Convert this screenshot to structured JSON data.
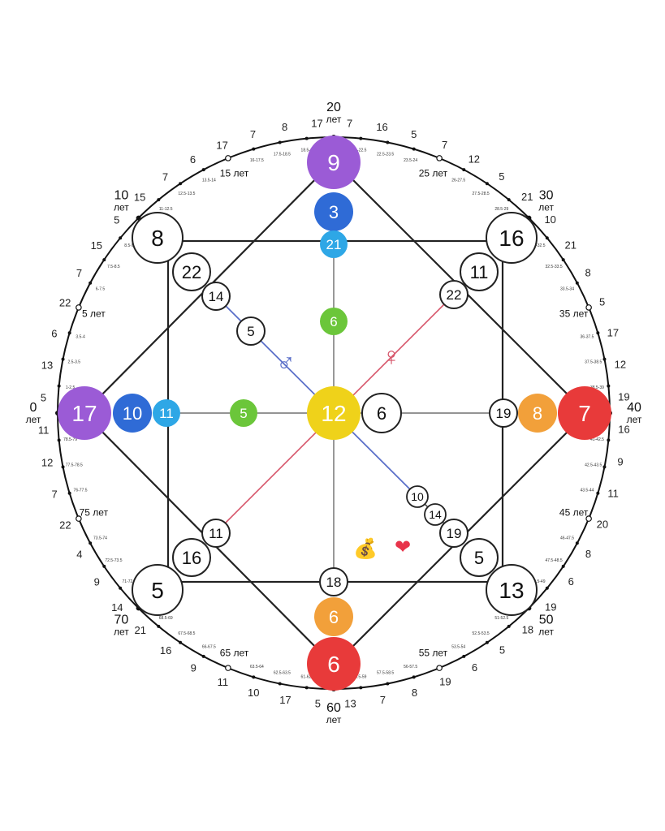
{
  "center": {
    "value": "12"
  },
  "corners": {
    "top": "9",
    "top_inner": "3",
    "top_inner2": "21",
    "top_mid": "6",
    "left": "17",
    "left_inner": "10",
    "left_inner2": "11",
    "left_mid": "5",
    "right": "7",
    "right_inner": "8",
    "right_inner2": "19",
    "right_mid": "6",
    "bottom": "6",
    "bottom_inner": "6",
    "bottom_inner2": "18",
    "top_left": "8",
    "top_left_inner": "22",
    "top_left_inner2": "14",
    "top_left_mid": "5",
    "top_right": "16",
    "top_right_inner": "11",
    "top_right_inner2": "22",
    "bottom_left": "5",
    "bottom_left_inner": "16",
    "bottom_left_inner2": "11",
    "bottom_right": "13",
    "bottom_right_inner": "5",
    "bottom_right_inner2": "19",
    "diag_a": "10",
    "diag_b": "14"
  },
  "symbols": {
    "male": "♂",
    "female": "♀",
    "money": "💰",
    "heart": "❤"
  },
  "colors": {
    "violet": "#9b5bd6",
    "blue": "#2f6bd6",
    "light_blue": "#2ea7e6",
    "green": "#6bc63a",
    "yellow": "#efd21a",
    "orange": "#f2a03a",
    "red": "#e83a3a",
    "male_line": "#5a6fc9",
    "female_line": "#d6556a"
  },
  "ages": [
    {
      "num": "0",
      "unit": "лет"
    },
    {
      "num": "10",
      "unit": "лет"
    },
    {
      "num": "20",
      "unit": "лет"
    },
    {
      "num": "30",
      "unit": "лет"
    },
    {
      "num": "40",
      "unit": "лет"
    },
    {
      "num": "50",
      "unit": "лет"
    },
    {
      "num": "60",
      "unit": "лет"
    },
    {
      "num": "70",
      "unit": "лет"
    }
  ],
  "half_ages": [
    "5 лет",
    "15 лет",
    "25 лет",
    "35 лет",
    "45 лет",
    "55 лет",
    "65 лет",
    "75 лет"
  ],
  "ring_numbers": [
    "5",
    "13",
    "6",
    "22",
    "7",
    "15",
    "5",
    "15",
    "7",
    "6",
    "17",
    "7",
    "8",
    "17",
    "7",
    "16",
    "5",
    "7",
    "12",
    "5",
    "21",
    "10",
    "21",
    "8",
    "5",
    "17",
    "12",
    "19",
    "16",
    "9",
    "11",
    "20",
    "8",
    "6",
    "19",
    "18",
    "5",
    "6",
    "19",
    "8",
    "7",
    "13",
    "5",
    "17",
    "10",
    "11",
    "9",
    "16",
    "21",
    "14",
    "9",
    "4",
    "22",
    "7",
    "12",
    "11"
  ],
  "small_labels": [
    "1-2.5",
    "2.5-3.5",
    "3.5-4",
    "6-7.5",
    "7.5-8.5",
    "8.5-9",
    "11-12.5",
    "12.5-13.5",
    "13.5-14",
    "16-17.5",
    "17.5-18.5",
    "18.5-19",
    "21-22.5",
    "22.5-23.5",
    "23.5-24",
    "26-27.5",
    "27.5-28.5",
    "28.5-29",
    "31-32.5",
    "32.5-33.5",
    "33.5-34",
    "36-37.5",
    "37.5-38.5",
    "38.5-39",
    "41-42.5",
    "42.5-43.5",
    "43.5-44",
    "46-47.5",
    "47.5-48.5",
    "48.5-49",
    "51-52.5",
    "52.5-53.5",
    "53.5-54",
    "56-57.5",
    "57.5-58.5",
    "58.5-59",
    "61-62.5",
    "62.5-63.5",
    "63.5-64",
    "66-67.5",
    "67.5-68.5",
    "68.5-69",
    "71-72.5",
    "72.5-73.5",
    "73.5-74",
    "76-77.5",
    "77.5-78.5",
    "78.5-79"
  ]
}
